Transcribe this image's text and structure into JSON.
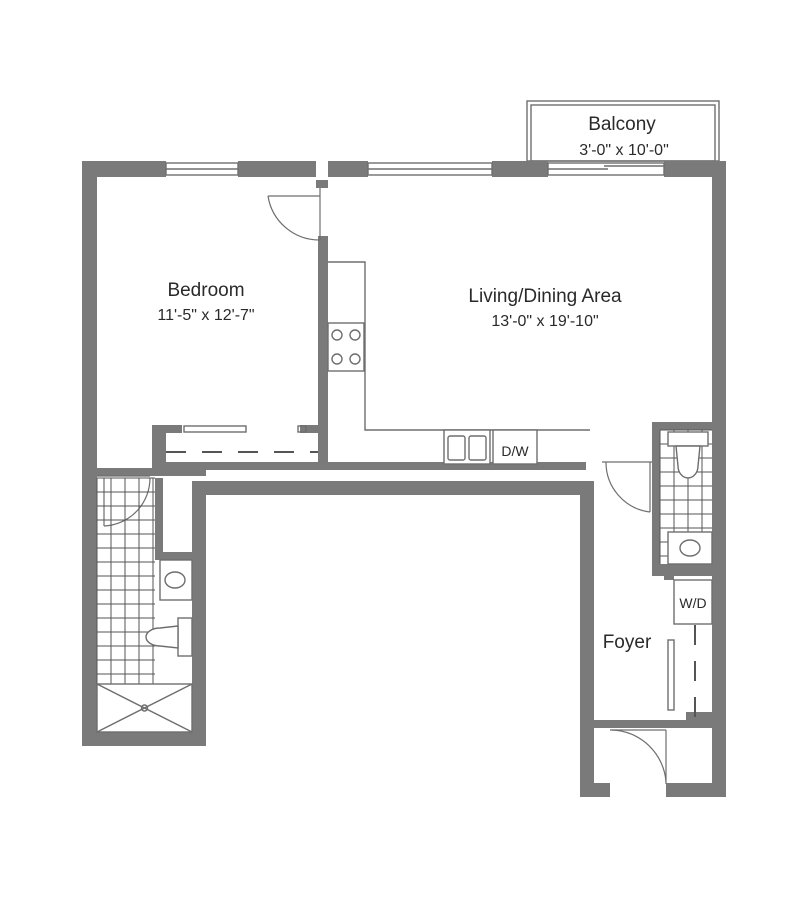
{
  "rooms": {
    "balcony": {
      "name": "Balcony",
      "size": "3'-0\" x 10'-0\""
    },
    "bedroom": {
      "name": "Bedroom",
      "size": "11'-5\" x 12'-7\""
    },
    "living": {
      "name": "Living/Dining Area",
      "size": "13'-0\" x 19'-10\""
    },
    "foyer": {
      "name": "Foyer"
    }
  },
  "appliances": {
    "dishwasher": "D/W",
    "washer_dryer": "W/D"
  }
}
